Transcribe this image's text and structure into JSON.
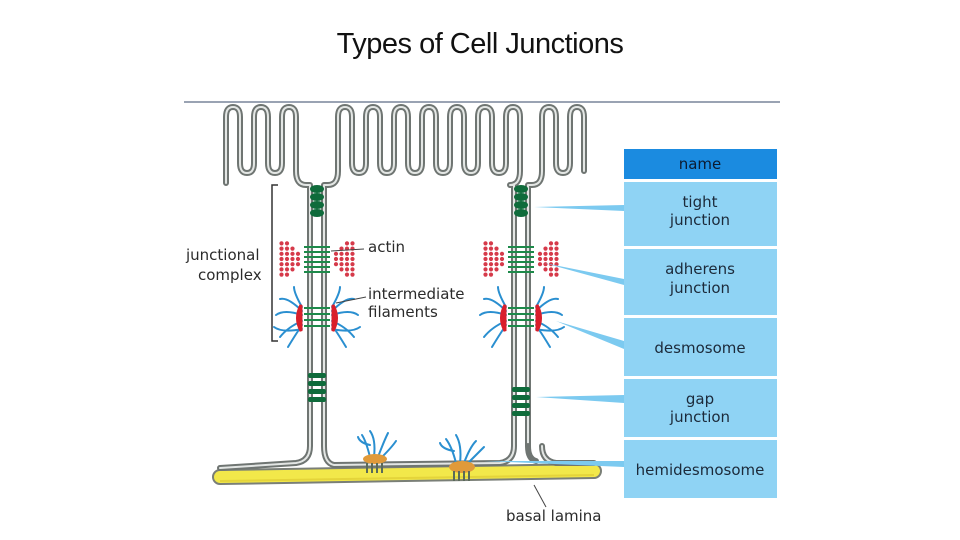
{
  "title": "Types of Cell Junctions",
  "labels": {
    "junctional_complex": [
      "junctional",
      "complex"
    ],
    "actin": "actin",
    "intermediate_filaments": [
      "intermediate",
      "filaments"
    ],
    "basal_lamina": "basal lamina"
  },
  "table": {
    "header": "name",
    "rows": [
      {
        "lines": [
          "tight",
          "junction"
        ]
      },
      {
        "lines": [
          "adherens",
          "junction"
        ]
      },
      {
        "lines": [
          "desmosome"
        ]
      },
      {
        "lines": [
          "gap",
          "junction"
        ]
      },
      {
        "lines": [
          "hemidesmosome"
        ]
      }
    ]
  },
  "colors": {
    "membrane": "#8e9492",
    "tight_junction": "#0f6b3b",
    "actin": "#d63a4a",
    "filament": "#2a8fd0",
    "plaque": "#d91f2b",
    "hemidesmosome": "#e09a3a",
    "basal_lamina": "#f2e84a",
    "table_header": "#1b8be0",
    "table_row": "#8fd3f4",
    "callout": "#7ccaf0"
  }
}
